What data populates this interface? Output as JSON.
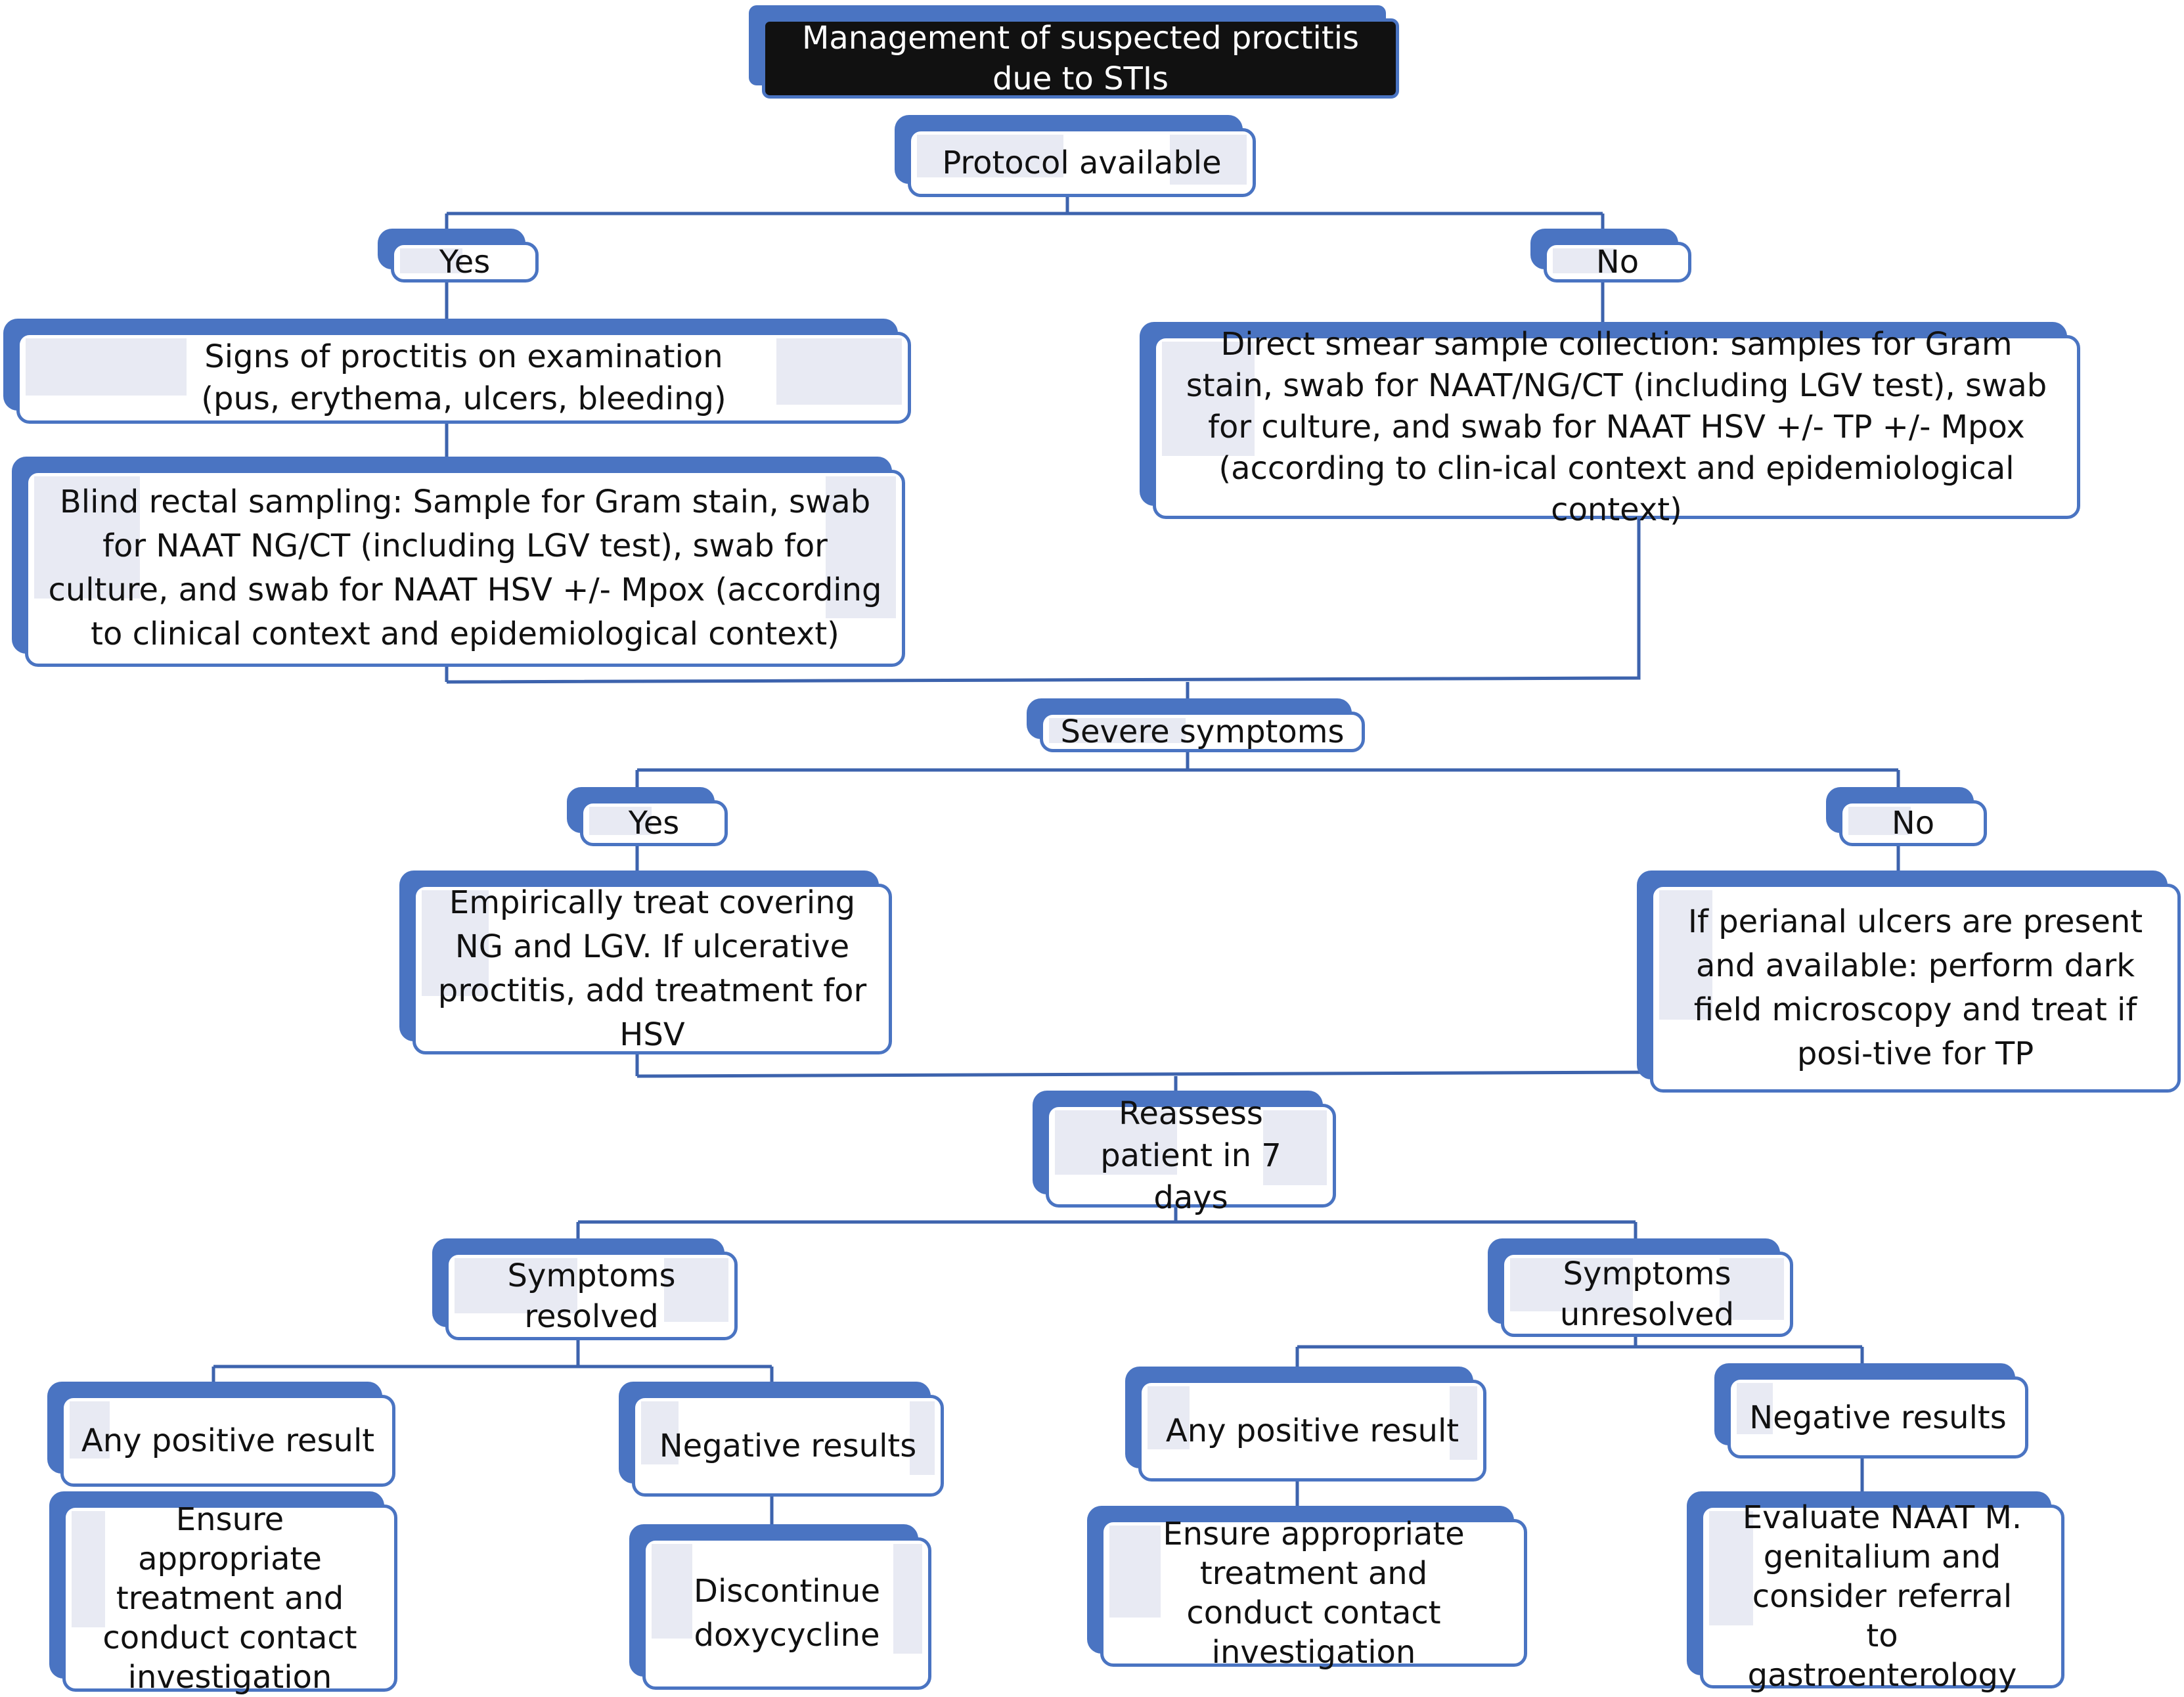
{
  "title": "Management of suspected proctitis due to STIs",
  "nodes": {
    "protocol": "Protocol available",
    "protocol_yes": "Yes",
    "protocol_no": "No",
    "signs": "Signs of proctitis on examination (pus, erythema, ulcers, bleeding)",
    "blind_sampling": "Blind rectal sampling: Sample for Gram stain, swab for NAAT NG/CT (including LGV test), swab for culture, and swab for NAAT HSV +/- Mpox (according to clinical context and epidemiological context)",
    "direct_smear": "Direct smear sample collection: samples for Gram stain, swab for NAAT/NG/CT (including LGV test), swab for culture, and swab for NAAT HSV +/- TP +/- Mpox (according to clin-ical context and epidemiological context)",
    "severe": "Severe symptoms",
    "severe_yes": "Yes",
    "severe_no": "No",
    "empiric": "Empirically treat covering NG and LGV. If ulcerative proctitis, add treatment for HSV",
    "perianal": "If perianal ulcers are present and available: perform dark field microscopy and treat if posi-tive for TP",
    "reassess": "Reassess patient in 7 days",
    "resolved": "Symptoms resolved",
    "unresolved": "Symptoms unresolved",
    "res_positive": "Any positive result",
    "res_negative": "Negative results",
    "unres_positive": "Any positive result",
    "unres_negative": "Negative results",
    "res_pos_action": "Ensure appropriate treatment and conduct contact investigation",
    "res_neg_action": "Discontinue doxycycline",
    "unres_pos_action": "Ensure appropriate treatment and conduct contact investigation",
    "unres_neg_action": "Evaluate NAAT M. genitalium and consider referral to gastroenterology"
  },
  "colors": {
    "accent": "#4a74c2",
    "line": "#3d63ad",
    "title_bg": "#111111",
    "tint": "#e8eaf3"
  }
}
